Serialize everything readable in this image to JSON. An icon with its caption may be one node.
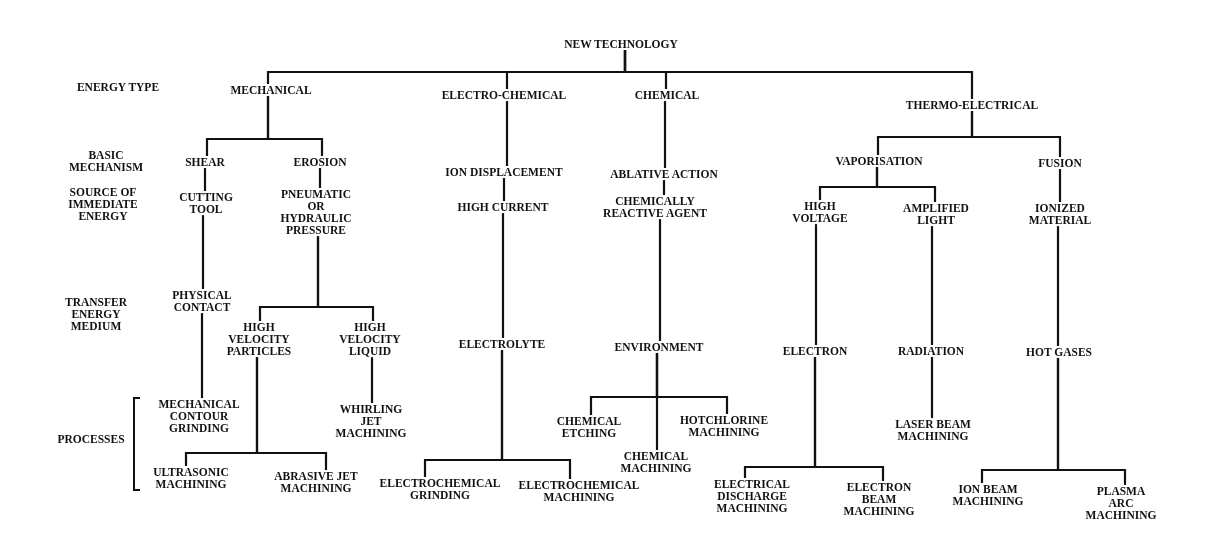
{
  "diagram": {
    "nodes": [
      {
        "text": [
          "NEW TECHNOLOGY"
        ]
      },
      {
        "text": [
          "MECHANICAL"
        ]
      },
      {
        "text": [
          "ELECTRO-CHEMICAL"
        ]
      },
      {
        "text": [
          "CHEMICAL"
        ]
      },
      {
        "text": [
          "THERMO-ELECTRICAL"
        ]
      },
      {
        "text": [
          "SHEAR"
        ]
      },
      {
        "text": [
          "EROSION"
        ]
      },
      {
        "text": [
          "ION DISPLACEMENT"
        ]
      },
      {
        "text": [
          "ABLATIVE ACTION"
        ]
      },
      {
        "text": [
          "VAPORISATION"
        ]
      },
      {
        "text": [
          "FUSION"
        ]
      },
      {
        "text": [
          "CUTTING TOOL"
        ]
      },
      {
        "text": [
          "PNEUMATIC OR HYDRAULIC PRESSURE"
        ]
      },
      {
        "text": [
          "HIGH CURRENT"
        ]
      },
      {
        "text": [
          "CHEMICALLY REACTIVE AGENT"
        ]
      },
      {
        "text": [
          "HIGH VOLTAGE"
        ]
      },
      {
        "text": [
          "AMPLIFIED LIGHT"
        ]
      },
      {
        "text": [
          "IONIZED MATERIAL"
        ]
      },
      {
        "text": [
          "PHYSICAL CONTACT"
        ]
      },
      {
        "text": [
          "HIGH VELOCITY PARTICLES"
        ]
      },
      {
        "text": [
          "HIGH VELOCITY LIQUID"
        ]
      },
      {
        "text": [
          "ELECTROLYTE"
        ]
      },
      {
        "text": [
          "ENVIRONMENT"
        ]
      },
      {
        "text": [
          "ELECTRON"
        ]
      },
      {
        "text": [
          "RADIATION"
        ]
      },
      {
        "text": [
          "HOT GASES"
        ]
      },
      {
        "text": [
          "MECHANICAL CONTOUR GRINDING"
        ]
      },
      {
        "text": [
          "WHIRLING JET MACHINING"
        ]
      },
      {
        "text": [
          "CHEMICAL ETCHING"
        ]
      },
      {
        "text": [
          "HOTCHLORINE MACHINING"
        ]
      },
      {
        "text": [
          "LASER BEAM MACHINING"
        ]
      },
      {
        "text": [
          "CHEMICAL MACHINING"
        ]
      },
      {
        "text": [
          "ULTRASONIC MACHINING"
        ]
      },
      {
        "text": [
          "ABRASIVE JET MACHINING"
        ]
      },
      {
        "text": [
          "ELECTROCHEMICAL GRINDING"
        ]
      },
      {
        "text": [
          "ELECTROCHEMICAL MACHINING"
        ]
      },
      {
        "text": [
          "ELECTRICAL DISCHARGE MACHINING"
        ]
      },
      {
        "text": [
          "ELECTRON BEAM MACHINING"
        ]
      },
      {
        "text": [
          "ION BEAM MACHINING"
        ]
      },
      {
        "text": [
          "PLASMA ARC MACHINING"
        ]
      }
    ],
    "edges": [
      {
        "from": 0,
        "to": 1,
        "arrow": "none"
      },
      {
        "from": 0,
        "to": 2,
        "arrow": "none"
      },
      {
        "from": 0,
        "to": 3,
        "arrow": "none"
      },
      {
        "from": 0,
        "to": 4,
        "arrow": "none"
      },
      {
        "from": 1,
        "to": 5,
        "arrow": "none"
      },
      {
        "from": 1,
        "to": 6,
        "arrow": "none"
      },
      {
        "from": 2,
        "to": 7,
        "arrow": "none"
      },
      {
        "from": 3,
        "to": 8,
        "arrow": "none"
      },
      {
        "from": 4,
        "to": 9,
        "arrow": "none"
      },
      {
        "from": 4,
        "to": 10,
        "arrow": "none"
      },
      {
        "from": 5,
        "to": 11,
        "arrow": "none"
      },
      {
        "from": 6,
        "to": 12,
        "arrow": "none"
      },
      {
        "from": 7,
        "to": 13,
        "arrow": "none"
      },
      {
        "from": 8,
        "to": 14,
        "arrow": "none"
      },
      {
        "from": 9,
        "to": 15,
        "arrow": "none"
      },
      {
        "from": 9,
        "to": 16,
        "arrow": "none"
      },
      {
        "from": 10,
        "to": 17,
        "arrow": "none"
      },
      {
        "from": 11,
        "to": 18,
        "arrow": "none"
      },
      {
        "from": 12,
        "to": 19,
        "arrow": "none"
      },
      {
        "from": 12,
        "to": 20,
        "arrow": "none"
      },
      {
        "from": 13,
        "to": 21,
        "arrow": "none"
      },
      {
        "from": 14,
        "to": 22,
        "arrow": "none"
      },
      {
        "from": 15,
        "to": 23,
        "arrow": "none"
      },
      {
        "from": 16,
        "to": 24,
        "arrow": "none"
      },
      {
        "from": 17,
        "to": 25,
        "arrow": "none"
      },
      {
        "from": 18,
        "to": 26,
        "arrow": "none"
      },
      {
        "from": 19,
        "to": 32,
        "arrow": "none"
      },
      {
        "from": 19,
        "to": 33,
        "arrow": "none"
      },
      {
        "from": 20,
        "to": 27,
        "arrow": "none"
      },
      {
        "from": 21,
        "to": 34,
        "arrow": "none"
      },
      {
        "from": 21,
        "to": 35,
        "arrow": "none"
      },
      {
        "from": 22,
        "to": 28,
        "arrow": "none"
      },
      {
        "from": 22,
        "to": 29,
        "arrow": "none"
      },
      {
        "from": 22,
        "to": 31,
        "arrow": "none"
      },
      {
        "from": 23,
        "to": 36,
        "arrow": "none"
      },
      {
        "from": 23,
        "to": 37,
        "arrow": "none"
      },
      {
        "from": 24,
        "to": 30,
        "arrow": "none"
      },
      {
        "from": 25,
        "to": 38,
        "arrow": "none"
      },
      {
        "from": 25,
        "to": 39,
        "arrow": "none"
      }
    ],
    "labels": [
      "ENERGY TYPE",
      "BASIC MECHANISM",
      "SOURCE OF IMMEDIATE ENERGY",
      "TRANSFER ENERGY MEDIUM",
      "PROCESSES"
    ]
  }
}
